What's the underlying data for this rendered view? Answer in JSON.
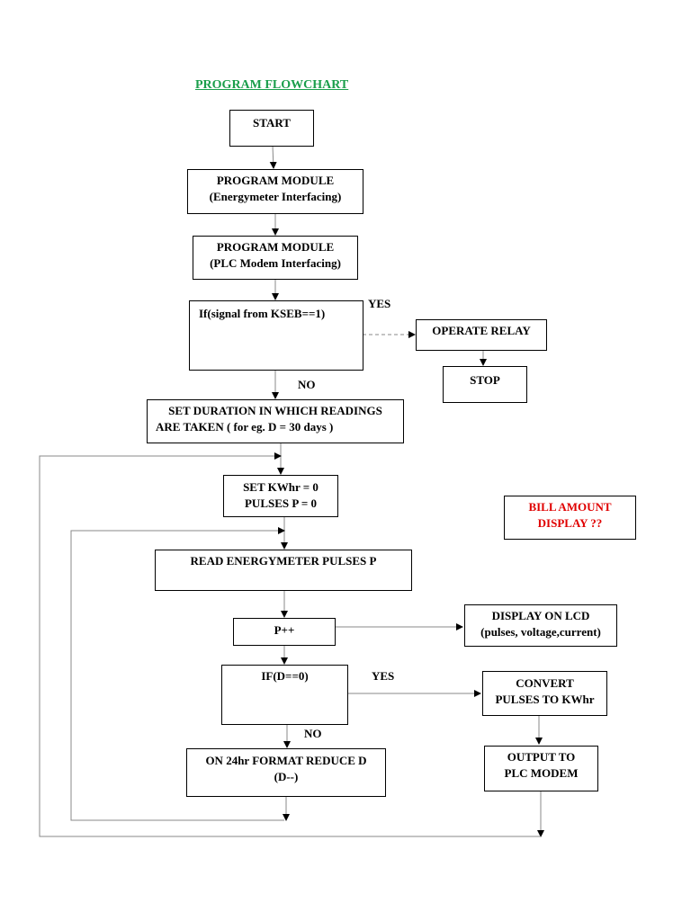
{
  "title": "PROGRAM FLOWCHART",
  "nodes": {
    "start": {
      "line1": "START"
    },
    "module_energy": {
      "line1": "PROGRAM MODULE",
      "line2": "(Energymeter Interfacing)"
    },
    "module_plc": {
      "line1": "PROGRAM MODULE",
      "line2": "(PLC Modem Interfacing)"
    },
    "if_signal": {
      "line1": "If(signal from KSEB==1)"
    },
    "operate_relay": {
      "line1": "OPERATE RELAY"
    },
    "stop": {
      "line1": "STOP"
    },
    "set_duration": {
      "line1": "SET DURATION IN WHICH READINGS",
      "line2": "ARE TAKEN  ( for eg. D = 30 days )"
    },
    "set_kwhr": {
      "line1": "SET KWhr  = 0",
      "line2": "PULSES P = 0"
    },
    "bill_amount": {
      "line1": "BILL AMOUNT",
      "line2": "DISPLAY ??"
    },
    "read_pulses": {
      "line1": "READ ENERGYMETER PULSES P"
    },
    "p_inc": {
      "line1": "P++"
    },
    "display_lcd": {
      "line1": "DISPLAY ON LCD",
      "line2": "(pulses, voltage,current)"
    },
    "if_d": {
      "line1": "IF(D==0)"
    },
    "convert": {
      "line1": "CONVERT",
      "line2": "PULSES TO KWhr"
    },
    "reduce_d": {
      "line1": "ON 24hr FORMAT REDUCE D",
      "line2": "(D--)"
    },
    "output_plc": {
      "line1": "OUTPUT TO",
      "line2": "PLC MODEM"
    }
  },
  "labels": {
    "yes_signal": "YES",
    "no_signal": "NO",
    "yes_d": "YES",
    "no_d": "NO"
  },
  "colors": {
    "title": "#1a9e4b",
    "bill": "#e00000",
    "line": "#888888"
  }
}
